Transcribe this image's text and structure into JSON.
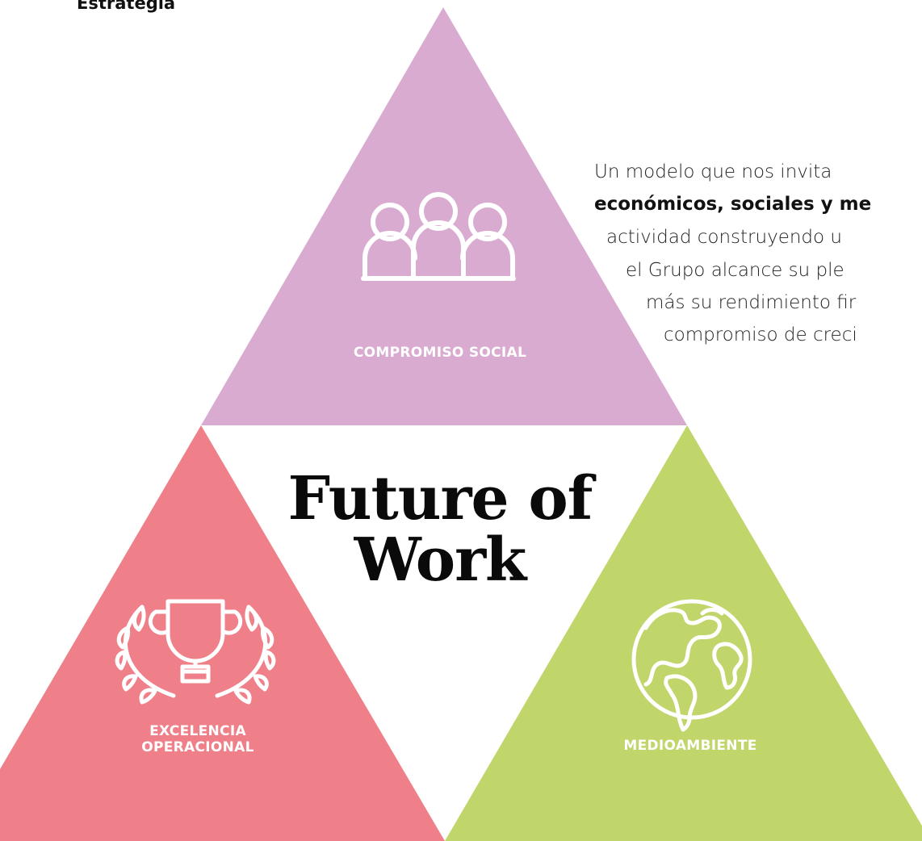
{
  "heading": "Estrategia",
  "center_title_line1": "Future of",
  "center_title_line2": "Work",
  "segments": [
    {
      "label": "COMPROMISO SOCIAL",
      "color": "#d9abd1",
      "icon": "people-icon"
    },
    {
      "label_line1": "EXCELENCIA",
      "label_line2": "OPERACIONAL",
      "color": "#ef8089",
      "icon": "trophy-laurel-icon"
    },
    {
      "label": "MEDIOAMBIENTE",
      "color": "#c0d56a",
      "icon": "globe-icon"
    }
  ],
  "description": {
    "line1": "Un modelo que nos invita",
    "line2_bold": "económicos, sociales y me",
    "line3": "actividad construyendo u",
    "line4": "el Grupo alcance su ple",
    "line5": "más su rendimiento fir",
    "line6": "compromiso de creci"
  }
}
